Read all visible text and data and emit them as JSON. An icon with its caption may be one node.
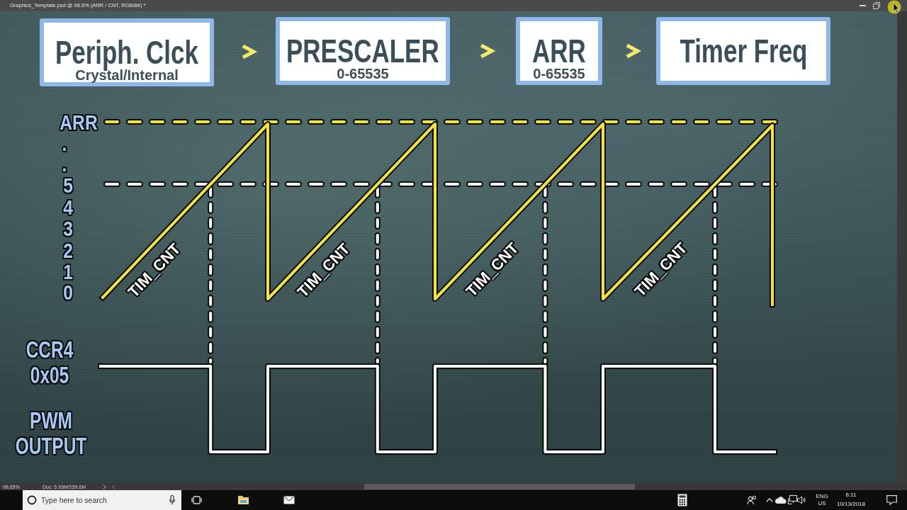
{
  "diagram": {
    "nodes": [
      {
        "text": [
          "Periph. Clck",
          "Crystal/Internal"
        ]
      },
      {
        "text": [
          "PRESCALER",
          "0-65535"
        ]
      },
      {
        "text": [
          "ARR",
          "0-65535"
        ]
      },
      {
        "text": [
          "Timer Freq"
        ]
      }
    ],
    "edges": [
      {
        "from": 0,
        "to": 1,
        "arrow": "to"
      },
      {
        "from": 1,
        "to": 2,
        "arrow": "to"
      },
      {
        "from": 2,
        "to": 3,
        "arrow": "to"
      }
    ],
    "labels": [
      "Graphics_Template.psd @ 98.6% (ARR / CNT, RGB/8#) *",
      "ARR",
      ".",
      ".",
      "5",
      "4",
      "3",
      "2",
      "1",
      "0",
      "TIM_CNT",
      "TIM_CNT",
      "TIM_CNT",
      "TIM_CNT",
      "CCR4 0x05",
      "PWM OUTPUT",
      "98.65%",
      "Doc: 5.93M/259.6M",
      "Type here to search",
      "ENG US",
      "6:11",
      "10/13/2018"
    ]
  }
}
